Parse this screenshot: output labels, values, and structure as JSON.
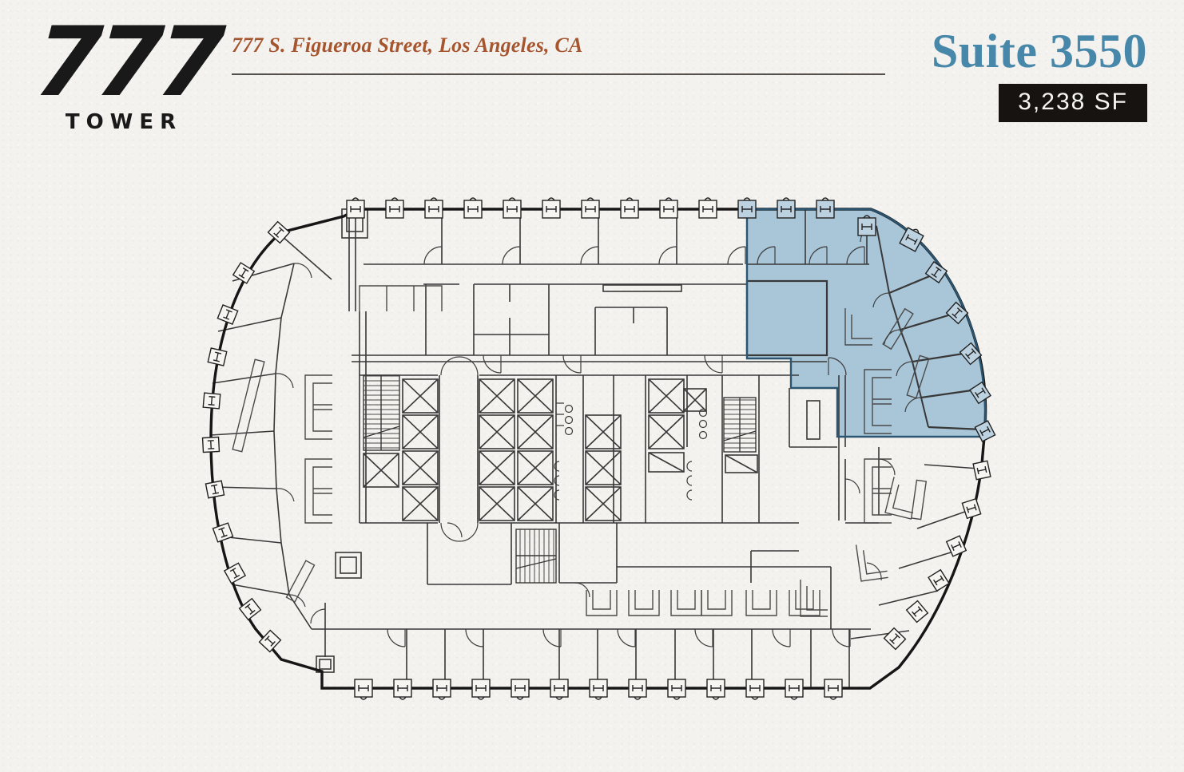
{
  "meta": {
    "title": "777 Tower - Suite 3550 Floor Plan"
  },
  "header": {
    "logo": {
      "number": "777",
      "word": "TOWER"
    },
    "address": "777 S. Figueroa Street, Los Angeles, CA",
    "suite": {
      "title": "Suite 3550",
      "area_label": "3,238 SF"
    }
  },
  "floor_plan": {
    "highlighted_suite": {
      "name": "Suite 3550",
      "area_sf": 3238,
      "location": "upper-right (northeast) corner of the floor plate"
    }
  },
  "colors": {
    "paper": "#f3f2ef",
    "ink": "#1e1e1e",
    "suite_title_blue": "#4787a9",
    "address_rust": "#a5562f",
    "divider_rule": "#55504a",
    "badge_background": "#161310",
    "badge_text": "#f6f5f3",
    "suite_highlight_fill": "#a9c6d9",
    "suite_highlight_border": "#2c5571"
  }
}
